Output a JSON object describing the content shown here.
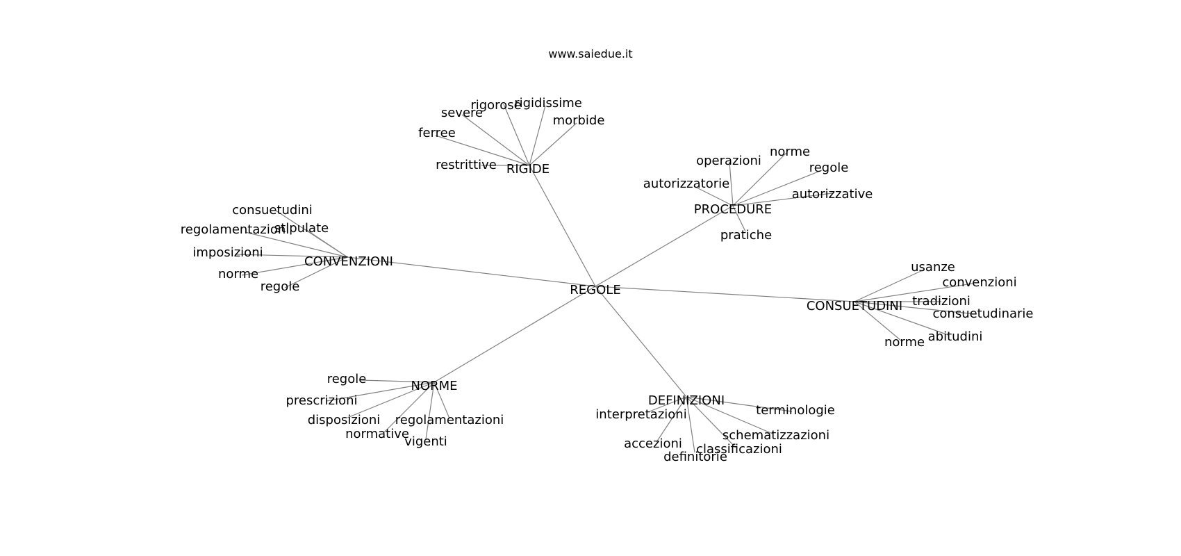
{
  "header": {
    "site": "www.saiedue.it"
  },
  "graph": {
    "root": "REGOLE",
    "hubs": [
      {
        "id": "rigide",
        "label": "RIGIDE",
        "leaves": [
          "restrittive",
          "ferree",
          "severe",
          "rigorose",
          "rigidissime",
          "morbide"
        ]
      },
      {
        "id": "procedure",
        "label": "PROCEDURE",
        "leaves": [
          "autorizzatorie",
          "operazioni",
          "norme",
          "regole",
          "autorizzative",
          "pratiche"
        ]
      },
      {
        "id": "convenzioni",
        "label": "CONVENZIONI",
        "leaves": [
          "consuetudini",
          "stipulate",
          "regolamentazioni",
          "imposizioni",
          "norme",
          "regole"
        ]
      },
      {
        "id": "consuetudini",
        "label": "CONSUETUDINI",
        "leaves": [
          "usanze",
          "convenzioni",
          "tradizioni",
          "consuetudinarie",
          "abitudini",
          "norme"
        ]
      },
      {
        "id": "norme",
        "label": "NORME",
        "leaves": [
          "regole",
          "prescrizioni",
          "disposizioni",
          "normative",
          "vigenti",
          "regolamentazioni"
        ]
      },
      {
        "id": "definizioni",
        "label": "DEFINIZIONI",
        "leaves": [
          "interpretazioni",
          "accezioni",
          "definitorie",
          "classificazioni",
          "schematizzazioni",
          "terminologie"
        ]
      }
    ]
  }
}
